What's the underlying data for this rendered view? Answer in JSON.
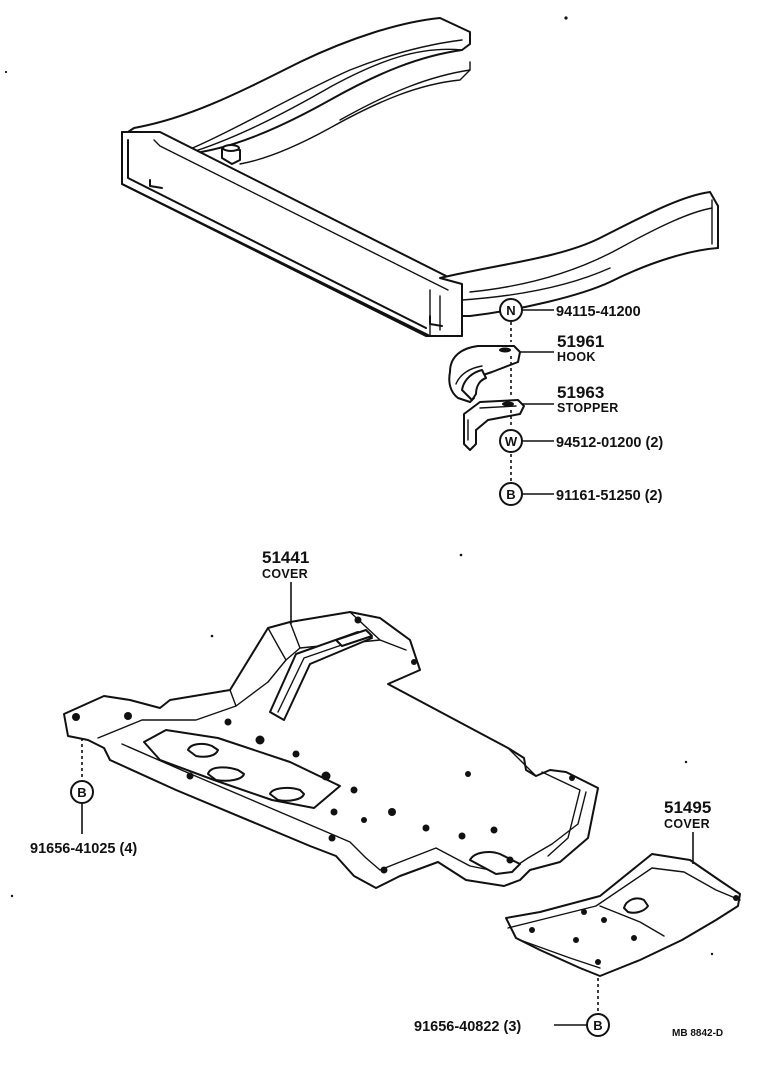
{
  "parts": {
    "hook": {
      "number": "51961",
      "name": "HOOK"
    },
    "stopper": {
      "number": "51963",
      "name": "STOPPER"
    },
    "cover_main": {
      "number": "51441",
      "name": "COVER"
    },
    "cover_rear": {
      "number": "51495",
      "name": "COVER"
    }
  },
  "fasteners": {
    "nut": {
      "symbol": "N",
      "part": "94115-41200"
    },
    "washer": {
      "symbol": "W",
      "part": "94512-01200 (2)"
    },
    "bolt_hook": {
      "symbol": "B",
      "part": "91161-51250 (2)"
    },
    "bolt_cover_main": {
      "symbol": "B",
      "part": "91656-41025 (4)"
    },
    "bolt_cover_rear": {
      "symbol": "B",
      "part": "91656-40822 (3)"
    }
  },
  "diagram_code": "MB 8842-D"
}
